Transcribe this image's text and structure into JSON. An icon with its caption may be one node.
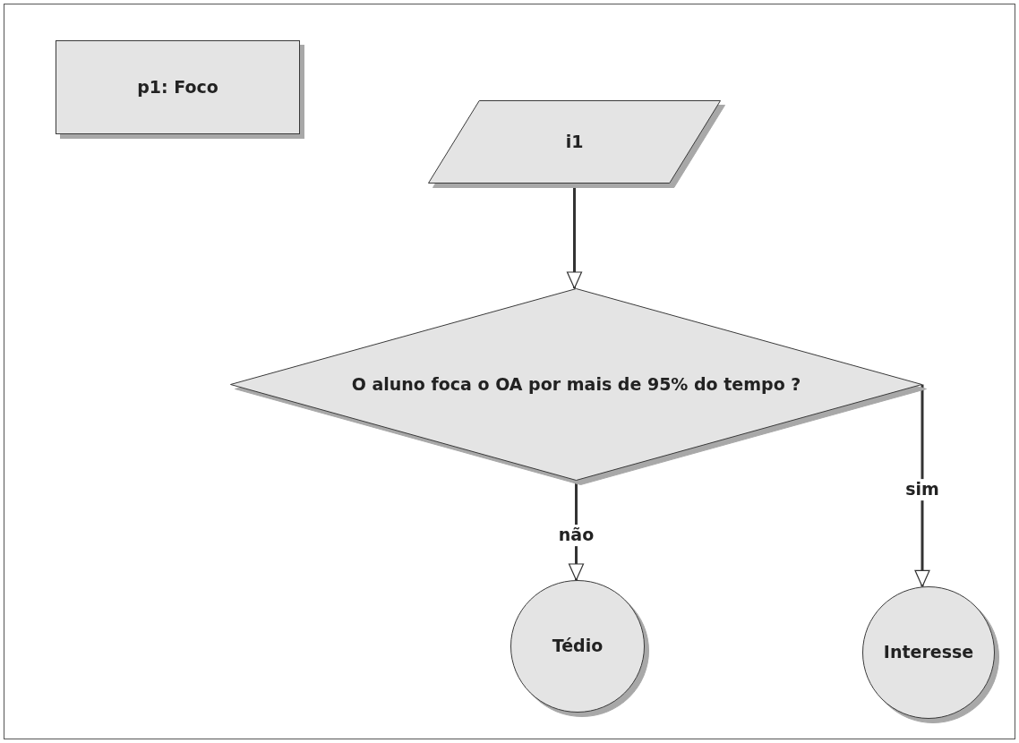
{
  "diagram": {
    "nodes": [
      {
        "text": [
          "p1: Foco"
        ]
      },
      {
        "text": [
          "i1"
        ]
      },
      {
        "text": [
          "O aluno foca o OA por mais de 95% do tempo ?"
        ]
      },
      {
        "text": [
          "Tédio"
        ]
      },
      {
        "text": [
          "Interesse"
        ]
      }
    ],
    "edges": [
      {
        "from": 1,
        "to": 2,
        "arrow": "to"
      },
      {
        "from": 2,
        "to": 3,
        "arrow": "to",
        "label": "não"
      },
      {
        "from": 2,
        "to": 4,
        "arrow": "to",
        "label": "sim"
      }
    ]
  }
}
